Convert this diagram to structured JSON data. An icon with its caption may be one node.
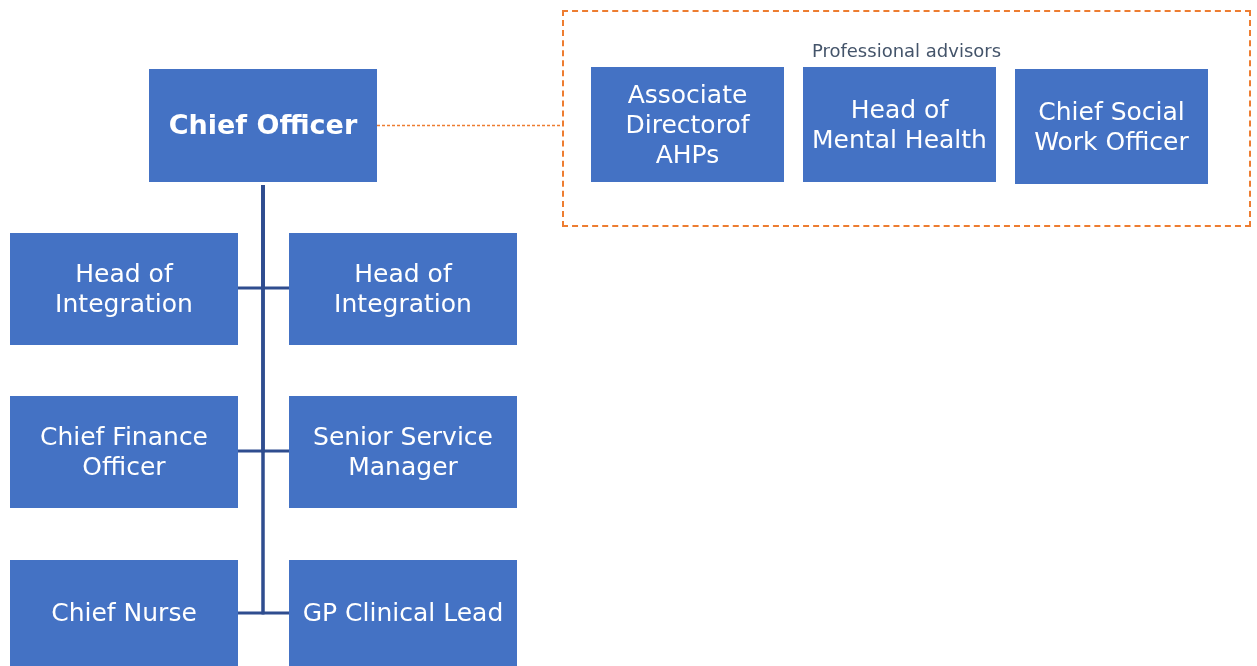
{
  "diagram": {
    "nodes": [
      {
        "text": [
          "Chief Officer"
        ]
      },
      {
        "text": [
          "Professional advisors"
        ]
      },
      {
        "text": [
          "Associate Directorof AHPs"
        ],
        "in": 1
      },
      {
        "text": [
          "Head of Mental Health"
        ],
        "in": 1
      },
      {
        "text": [
          "Chief Social Work Officer"
        ],
        "in": 1
      },
      {
        "text": [
          "Head of Integration"
        ]
      },
      {
        "text": [
          "Head of Integration"
        ]
      },
      {
        "text": [
          "Chief Finance Officer"
        ]
      },
      {
        "text": [
          "Senior Service Manager"
        ]
      },
      {
        "text": [
          "Chief Nurse"
        ]
      },
      {
        "text": [
          "GP Clinical Lead"
        ]
      }
    ],
    "edges": [
      {
        "from": 0,
        "to": 1,
        "arrow": "none",
        "style": "dashed",
        "color": "#ed7d31"
      },
      {
        "from": 0,
        "to": 5,
        "arrow": "none"
      },
      {
        "from": 0,
        "to": 6,
        "arrow": "none"
      },
      {
        "from": 0,
        "to": 7,
        "arrow": "none"
      },
      {
        "from": 0,
        "to": 8,
        "arrow": "none"
      },
      {
        "from": 0,
        "to": 9,
        "arrow": "none"
      },
      {
        "from": 0,
        "to": 10,
        "arrow": "none"
      }
    ]
  }
}
